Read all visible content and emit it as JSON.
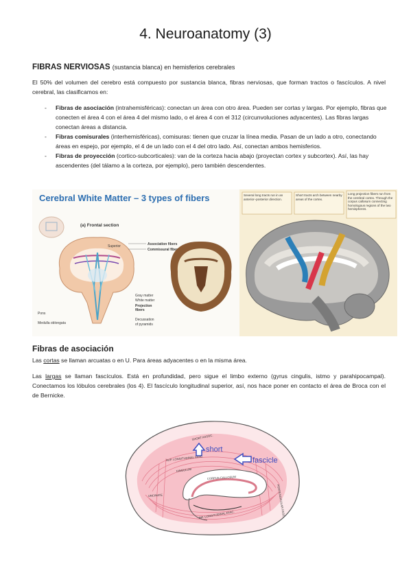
{
  "title": "4. Neuroanatomy (3)",
  "section1": {
    "heading": "FIBRAS NERVIOSAS",
    "heading_sub": "(sustancia blanca) en hemisferios cerebrales",
    "intro": "El 50% del volumen del cerebro está compuesto por sustancia blanca, fibras nerviosas, que forman tractos o fascículos. A nivel cerebral, las clasificamos en:",
    "bullets": [
      {
        "dash": "-",
        "term": "Fibras de asociación",
        "text": " (intrahemisféricas): conectan un área con otro área. Pueden ser cortas y largas. Por ejemplo, fibras que conecten el área 4 con el área 4 del mismo lado, o el área 4 con el 312 (circunvoluciones adyacentes). Las fibras largas conectan áreas a distancia."
      },
      {
        "dash": "-",
        "term": "Fibras comisurales",
        "text": " (interhemisféricas), comisuras: tienen que cruzar la línea media. Pasan de un lado a otro, conectando áreas en espejo, por ejemplo, el 4 de un lado con el 4 del otro lado. Así, conectan ambos hemisferios."
      },
      {
        "dash": "-",
        "term": "Fibras de proyección",
        "text": " (cortico-subcorticales): van de la corteza hacia abajo (proyectan cortex y subcortex). Así, las hay ascendentes (del tálamo a la corteza, por ejemplo), pero también descendentes."
      }
    ]
  },
  "figure1": {
    "title": "Cerebral White Matter – 3 types of fibers",
    "section_label": "(a) Frontal section",
    "labels": {
      "superior": "Superior",
      "association": "Association fibers",
      "commissural": "Commissural fibers",
      "gray": "Gray matter",
      "white": "White matter",
      "projection": "Projection",
      "fibers": "fibers",
      "pons": "Pons",
      "medulla": "Medulla oblongata",
      "decussation": "Decussation",
      "pyramids": "of pyramids"
    },
    "callouts": {
      "c1": "Several long tracts run in an anterior–posterior direction.",
      "c2": "Short tracts arch between nearby areas of the cortex.",
      "c3": "Long projection fibers run from the cerebral cortex. Through the corpus callosum connecting homologous regions of the two hemispheres."
    }
  },
  "section2": {
    "heading": "Fibras de asociación",
    "p1_pre": "Las ",
    "p1_u": "cortas",
    "p1_post": " se llaman arcuatas o en U. Para áreas adyacentes o en la misma área.",
    "p2_pre": "Las ",
    "p2_u": "largas",
    "p2_post": " se llaman fascículos. Está en profundidad, pero sigue el limbo externo (gyrus cingulis, istmo y parahipocampal). Conectamos los lóbulos cerebrales (los 4). El fascículo longitudinal superior, así, nos hace poner en contacto el área de Broca con el de Bernicke."
  },
  "figure2": {
    "short_label": "short",
    "fascicle_label": "fascicle",
    "tract_labels": {
      "short_assoc": "SHORT ASSOC.",
      "sup_long": "SUP. LONGITUDINAL FASC.",
      "cingulum": "CINGULUM",
      "corpus": "CORPUS CALLOSUM",
      "uncinate": "UNCINATE",
      "inf_long": "INF. LONGITUDINAL FASC.",
      "perp": "PERPENDICULAR FASC."
    }
  }
}
